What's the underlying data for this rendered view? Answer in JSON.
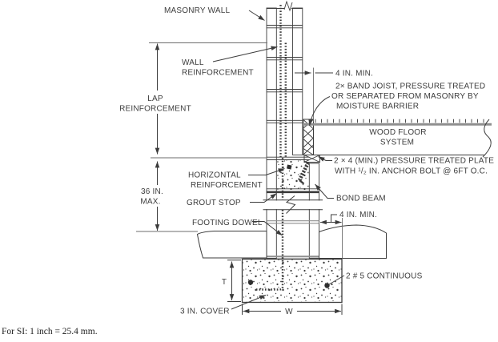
{
  "diagram": {
    "type": "construction-detail",
    "subject": "masonry foundation wall at wood floor",
    "caption": "For SI:  1 inch = 25.4 mm.",
    "colors": {
      "line": "#3c3c3c",
      "gray_line": "#8f8f8f",
      "background": "#ffffff",
      "text": "#3c3c3c"
    },
    "callouts": {
      "masonry_wall": "MASONRY WALL",
      "wall_reinforcement": {
        "line1": "WALL",
        "line2": "REINFORCEMENT"
      },
      "lap_reinforcement": {
        "line1": "LAP",
        "line2": "REINFORCEMENT"
      },
      "four_in_min_top": "4 IN. MIN.",
      "band_joist": {
        "line1": "2× BAND JOIST, PRESSURE TREATED",
        "line2": "OR SEPARATED FROM MASONRY BY",
        "line3": "MOISTURE BARRIER"
      },
      "wood_floor_system": {
        "line1": "WOOD FLOOR",
        "line2": "SYSTEM"
      },
      "pressure_treated_plate": {
        "line1": "2 × 4 (MIN.) PRESSURE TREATED PLATE",
        "line2": "WITH ¹/₂ IN. ANCHOR BOLT @ 6FT O.C."
      },
      "horizontal_reinforcement": {
        "line1": "HORIZONTAL",
        "line2": "REINFORCEMENT"
      },
      "thirty_six_in_max": {
        "line1": "36 IN.",
        "line2": "MAX."
      },
      "bond_beam": "BOND BEAM",
      "grout_stop": "GROUT STOP",
      "footing_dowel": "FOOTING DOWEL",
      "four_in_min_bottom": "4 IN. MIN.",
      "continuous_bars": "2 # 5 CONTINUOUS",
      "cover": "3 IN. COVER",
      "footing_thickness": "T",
      "footing_width": "W"
    }
  }
}
